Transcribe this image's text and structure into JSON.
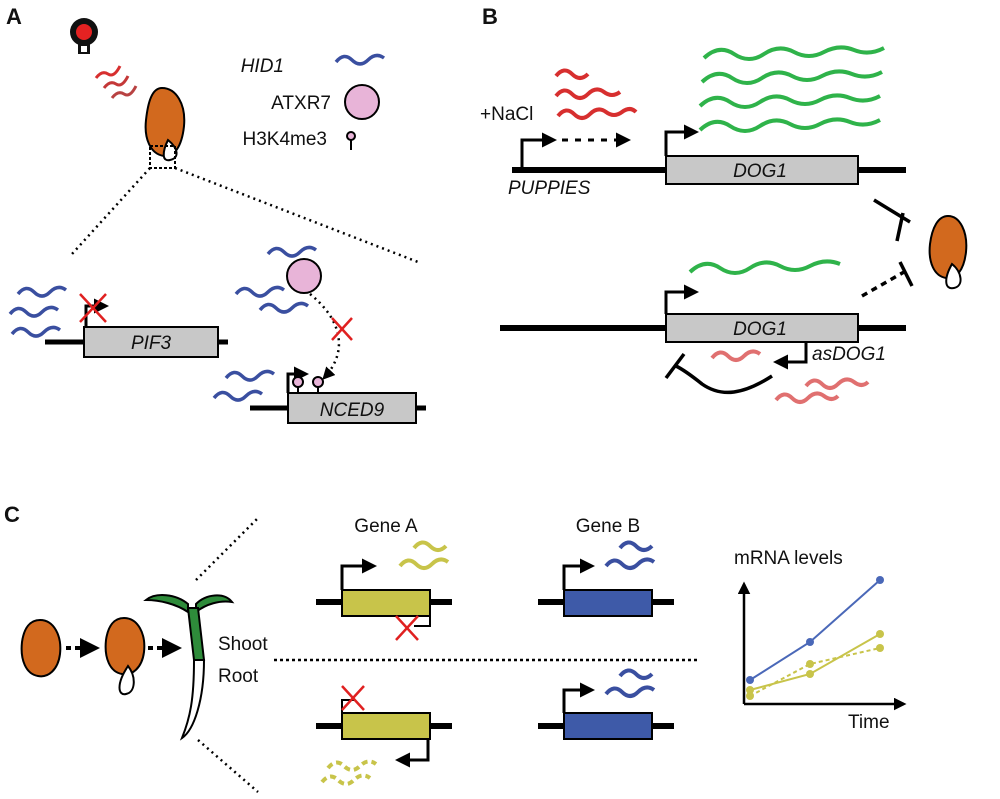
{
  "panels": {
    "a": "A",
    "b": "B",
    "c": "C"
  },
  "panel_a": {
    "legend": {
      "hid1": "HID1",
      "atxr7": "ATXR7",
      "h3k4me3": "H3K4me3"
    },
    "genes": {
      "pif3": "PIF3",
      "nced9": "NCED9"
    }
  },
  "panel_b": {
    "nacl": "+NaCl",
    "puppies": "PUPPIES",
    "dog1_top": "DOG1",
    "dog1_bottom": "DOG1",
    "asdog1": "asDOG1"
  },
  "panel_c": {
    "gene_a": "Gene A",
    "gene_b": "Gene B",
    "shoot": "Shoot",
    "root": "Root",
    "plot_ylabel": "mRNA levels",
    "plot_xlabel": "Time"
  },
  "colors": {
    "seed": "#d2691e",
    "blue_rna": "#3a4fa0",
    "green_rna": "#2fb34a",
    "red_rna": "#d72f2f",
    "pink_rna": "#e07070",
    "atxr7": "#e8b4d8",
    "gene_box": "#c8c8c8",
    "gene_a_box": "#c8c44a",
    "gene_b_box": "#3e5aa8",
    "seedling": "#2e8b3a"
  }
}
